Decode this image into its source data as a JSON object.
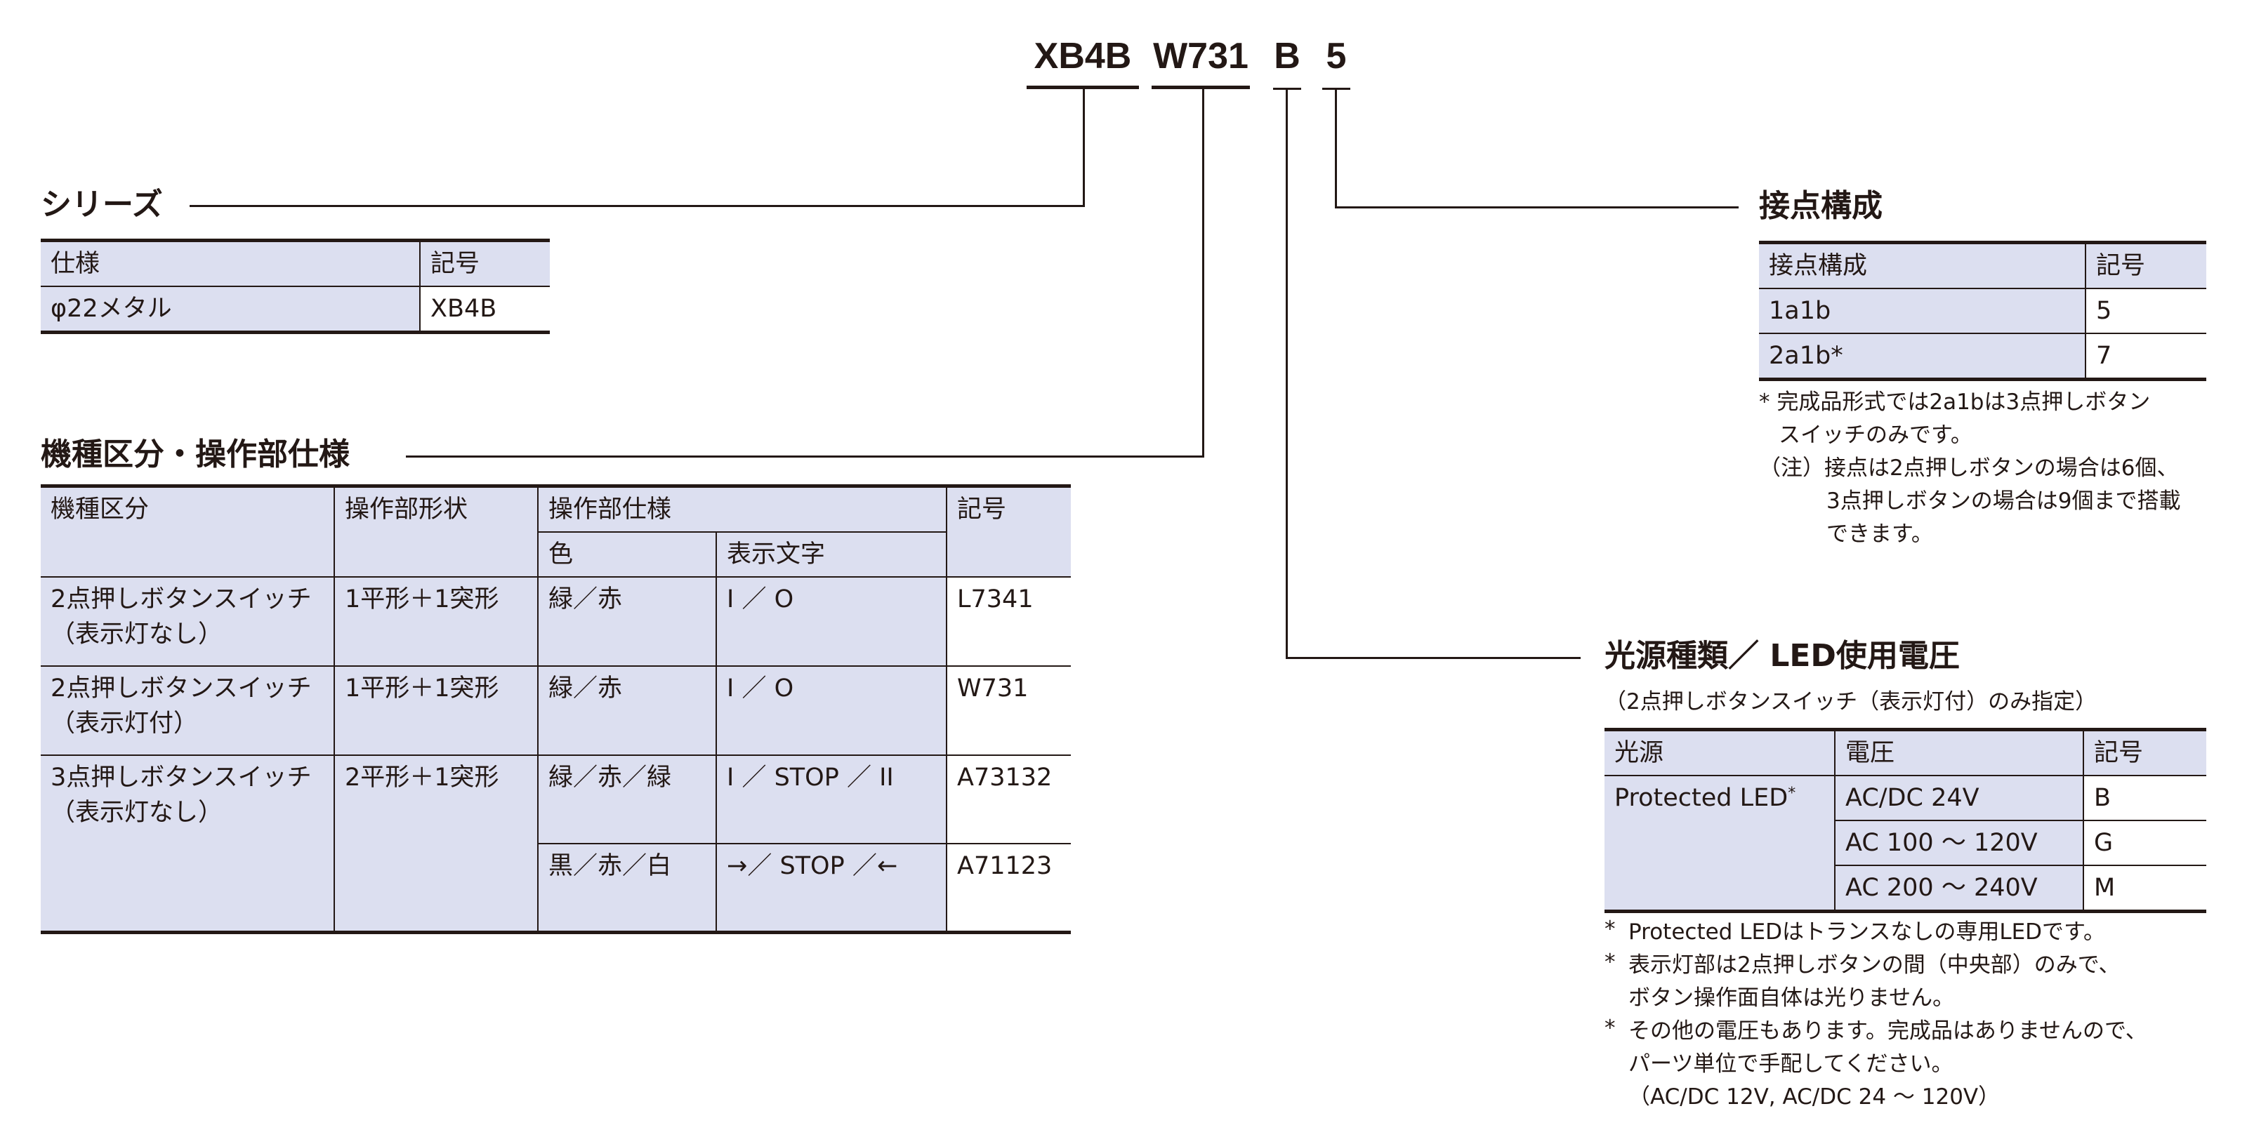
{
  "code": {
    "series": "XB4B",
    "operator": "W731",
    "light": "B",
    "contact": "5"
  },
  "series_section": {
    "title": "シリーズ",
    "headers": [
      "仕様",
      "記号"
    ],
    "rows": [
      [
        "φ22メタル",
        "XB4B"
      ]
    ]
  },
  "operator_section": {
    "title": "機種区分・操作部仕様",
    "headers": {
      "type": "機種区分",
      "shape": "操作部形状",
      "spec": "操作部仕様",
      "color": "色",
      "text": "表示文字",
      "symbol": "記号"
    },
    "rows": [
      {
        "type_line1": "2点押しボタンスイッチ",
        "type_line2": "（表示灯なし）",
        "shape": "1平形＋1突形",
        "color": "緑／赤",
        "text": "I ／ O",
        "symbol": "L7341"
      },
      {
        "type_line1": "2点押しボタンスイッチ",
        "type_line2": "（表示灯付）",
        "shape": "1平形＋1突形",
        "color": "緑／赤",
        "text": "I ／ O",
        "symbol": "W731"
      },
      {
        "type_line1": "3点押しボタンスイッチ",
        "type_line2": "（表示灯なし）",
        "shape": "2平形＋1突形",
        "color": "緑／赤／緑",
        "text": "I ／ STOP ／ II",
        "symbol": "A73132"
      },
      {
        "color": "黒／赤／白",
        "text": "→／ STOP ／←",
        "symbol": "A71123"
      }
    ]
  },
  "contact_section": {
    "title": "接点構成",
    "headers": [
      "接点構成",
      "記号"
    ],
    "rows": [
      [
        "1a1b",
        "5"
      ],
      [
        "2a1b*",
        "7"
      ]
    ],
    "notes": [
      "* 完成品形式では2a1bは3点押しボタン",
      "スイッチのみです。",
      "（注）接点は2点押しボタンの場合は6個、",
      "3点押しボタンの場合は9個まで搭載",
      "できます。"
    ]
  },
  "light_section": {
    "title": "光源種類／ LED使用電圧",
    "subtitle": "（2点押しボタンスイッチ（表示灯付）のみ指定）",
    "headers": [
      "光源",
      "電圧",
      "記号"
    ],
    "source": "Protected LED",
    "source_mark": "*",
    "rows": [
      [
        "AC/DC 24V",
        "B"
      ],
      [
        "AC 100 ～ 120V",
        "G"
      ],
      [
        "AC 200 ～ 240V",
        "M"
      ]
    ],
    "note_mark": "*",
    "notes": [
      "Protected LEDはトランスなしの専用LEDです。",
      "表示灯部は2点押しボタンの間（中央部）のみで、",
      "ボタン操作面自体は光りません。",
      "その他の電圧もあります。完成品はありませんので、",
      "パーツ単位で手配してください。",
      "（AC/DC 12V, AC/DC 24 ～ 120V）"
    ]
  }
}
